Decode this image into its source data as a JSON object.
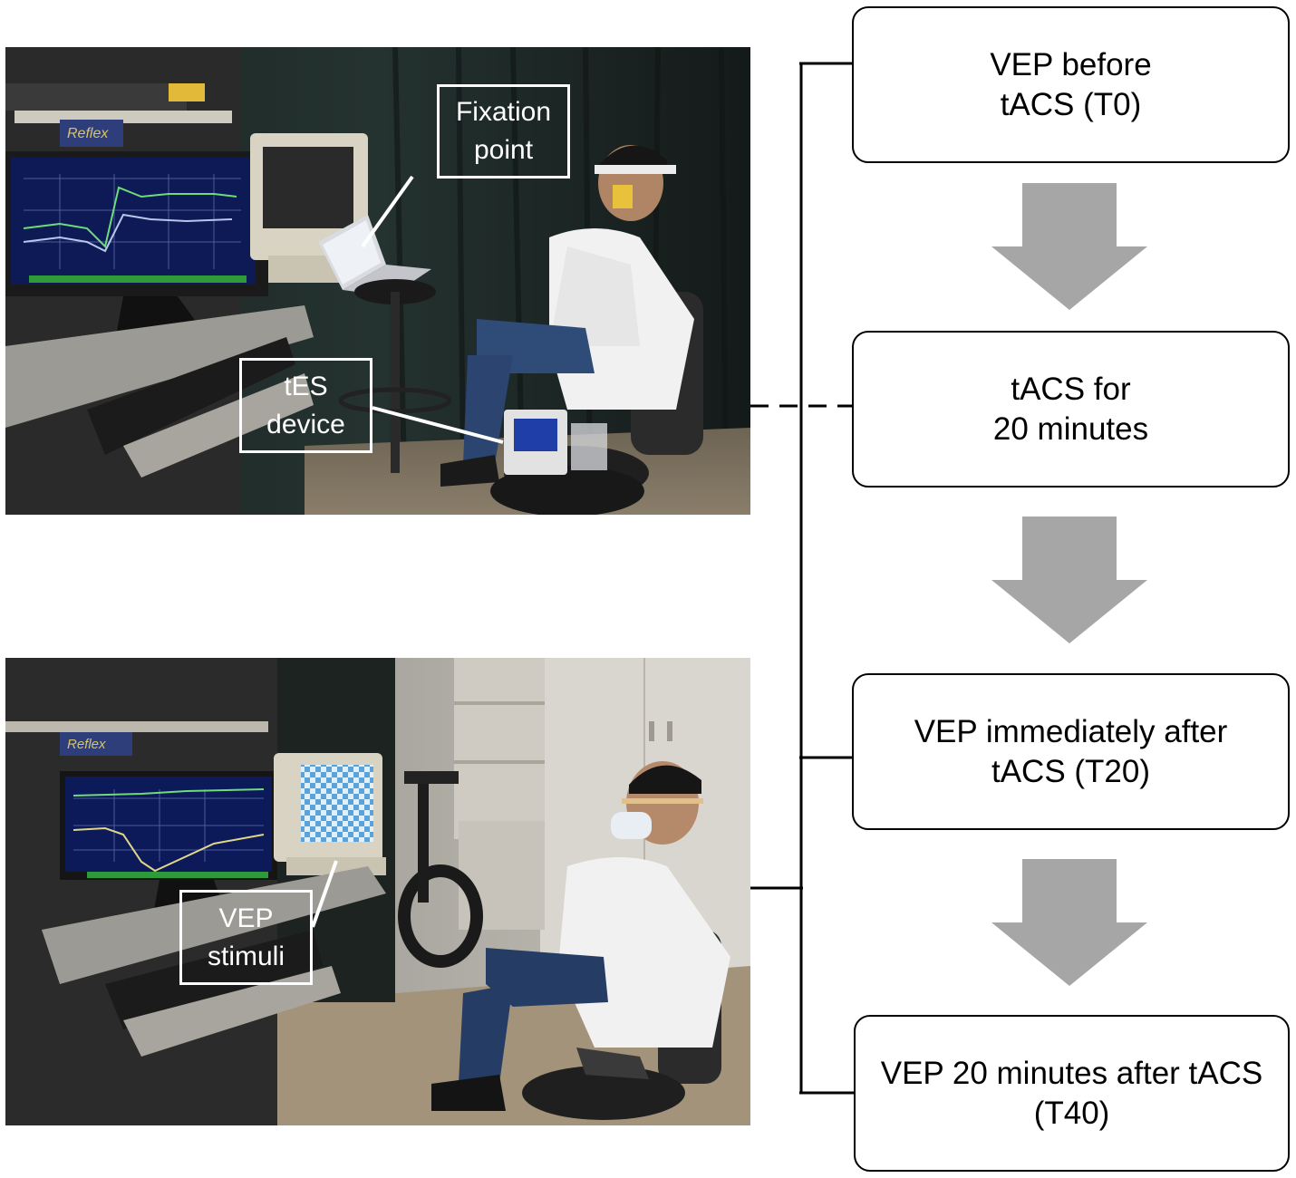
{
  "top_photo": {
    "callouts": {
      "fixation": [
        "Fixation",
        "point"
      ],
      "tes": [
        "tES",
        "device"
      ]
    },
    "monitor_brand": "Reflex"
  },
  "bottom_photo": {
    "callouts": {
      "vep": [
        "VEP",
        "stimuli"
      ]
    },
    "monitor_brand": "Reflex"
  },
  "flow": [
    {
      "line1": "VEP before",
      "line2": "tACS (T0)"
    },
    {
      "line1": "tACS for",
      "line2": "20 minutes"
    },
    {
      "line1": "VEP immediately after",
      "line2": "tACS (T20)"
    },
    {
      "line1": "VEP 20 minutes after tACS",
      "line2": "(T40)"
    }
  ],
  "colors": {
    "arrow": "#a6a6a6",
    "connector": "#000000",
    "callout_border": "#ffffff"
  }
}
